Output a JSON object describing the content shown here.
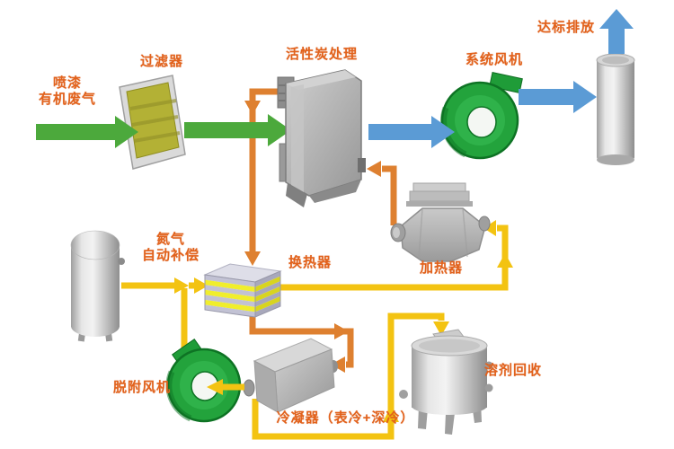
{
  "labels": {
    "exhaust": "喷漆\n有机废气",
    "filter": "过滤器",
    "carbon": "活性炭处理",
    "system_fan": "系统风机",
    "discharge": "达标排放",
    "nitrogen": "氮气\n自动补偿",
    "heat_exchanger": "换热器",
    "heater": "加热器",
    "desorption_fan": "脱附风机",
    "condenser": "冷凝器（表冷+深冷）",
    "solvent_recovery": "溶剂回收"
  },
  "colors": {
    "main_flow_green": "#4ca93c",
    "clean_flow_blue": "#5b9bd5",
    "cool_pipe_yellow": "#f3c312",
    "hot_pipe_orange": "#de8030",
    "label_orange": "#e2621c",
    "fan_green": "#23a33c",
    "hx_band_yellow": "#f0ee2c",
    "equipment_gray": "#b5b5b5"
  },
  "flows": [
    {
      "from": "喷漆有机废气",
      "to": "过滤器",
      "line": "green"
    },
    {
      "from": "过滤器",
      "to": "活性炭处理",
      "line": "green"
    },
    {
      "from": "活性炭处理",
      "to": "系统风机",
      "line": "blue"
    },
    {
      "from": "系统风机",
      "to": "达标排放",
      "line": "blue"
    },
    {
      "from": "氮气自动补偿",
      "to": "换热器",
      "line": "yellow"
    },
    {
      "from": "脱附风机",
      "to": "换热器",
      "line": "yellow"
    },
    {
      "from": "换热器",
      "to": "加热器",
      "line": "yellow"
    },
    {
      "from": "加热器",
      "to": "活性炭处理",
      "line": "orange"
    },
    {
      "from": "活性炭处理",
      "to": "换热器",
      "line": "orange"
    },
    {
      "from": "换热器",
      "to": "冷凝器（表冷+深冷）",
      "line": "orange"
    },
    {
      "from": "冷凝器（表冷+深冷）",
      "to": "脱附风机",
      "line": "yellow"
    },
    {
      "from": "冷凝器（表冷+深冷）",
      "to": "溶剂回收",
      "line": "yellow"
    }
  ]
}
